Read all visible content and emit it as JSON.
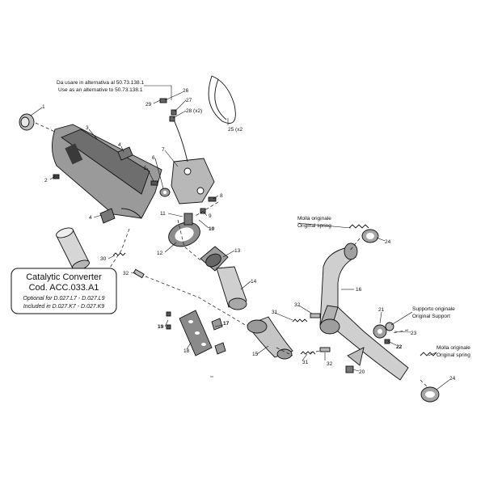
{
  "parts": [
    {
      "id": "p1",
      "label": "1",
      "bold": false
    },
    {
      "id": "p2",
      "label": "2",
      "bold": false
    },
    {
      "id": "p3",
      "label": "3",
      "bold": false
    },
    {
      "id": "p4a",
      "label": "4",
      "bold": false
    },
    {
      "id": "p4b",
      "label": "4",
      "bold": false
    },
    {
      "id": "p5",
      "label": "5",
      "bold": false
    },
    {
      "id": "p6",
      "label": "6",
      "bold": false
    },
    {
      "id": "p7",
      "label": "7",
      "bold": false
    },
    {
      "id": "p8",
      "label": "8",
      "bold": false
    },
    {
      "id": "p9",
      "label": "9",
      "bold": false
    },
    {
      "id": "p10",
      "label": "10",
      "bold": true
    },
    {
      "id": "p11",
      "label": "11",
      "bold": false
    },
    {
      "id": "p12",
      "label": "12",
      "bold": false
    },
    {
      "id": "p13",
      "label": "13",
      "bold": false
    },
    {
      "id": "p14",
      "label": "14",
      "bold": false
    },
    {
      "id": "p15",
      "label": "15",
      "bold": false
    },
    {
      "id": "p16",
      "label": "16",
      "bold": false
    },
    {
      "id": "p17",
      "label": "17",
      "bold": true
    },
    {
      "id": "p18",
      "label": "18",
      "bold": false
    },
    {
      "id": "p19",
      "label": "19",
      "bold": true
    },
    {
      "id": "p20",
      "label": "20",
      "bold": false
    },
    {
      "id": "p21",
      "label": "21",
      "bold": false
    },
    {
      "id": "p22",
      "label": "22",
      "bold": true
    },
    {
      "id": "p23",
      "label": "23",
      "bold": false
    },
    {
      "id": "p24a",
      "label": "24",
      "bold": false
    },
    {
      "id": "p24b",
      "label": "24",
      "bold": false
    },
    {
      "id": "p25",
      "label": "25 (x2",
      "bold": false
    },
    {
      "id": "p26",
      "label": "26",
      "bold": false
    },
    {
      "id": "p27",
      "label": "27",
      "bold": false
    },
    {
      "id": "p28",
      "label": "28 (x2)",
      "bold": false
    },
    {
      "id": "p29",
      "label": "29",
      "bold": false
    },
    {
      "id": "p30",
      "label": "30",
      "bold": false
    },
    {
      "id": "p31a",
      "label": "31",
      "bold": false
    },
    {
      "id": "p31b",
      "label": "31",
      "bold": false
    },
    {
      "id": "p32a",
      "label": "32",
      "bold": false
    },
    {
      "id": "p32b",
      "label": "32",
      "bold": false
    },
    {
      "id": "p32c",
      "label": "32",
      "bold": false
    }
  ],
  "notes": {
    "alt_it": "Da usare in alternativa al 50.73.138.1",
    "alt_en": "Use as an alternative to 50.73.138.1",
    "spring_top_it": "Molla originale",
    "spring_top_en": "Original spring",
    "support_it": "Supporto originale",
    "support_en": "Original Support",
    "spring_bottom_it": "Molla originale",
    "spring_bottom_en": "Original spring"
  },
  "catalytic": {
    "title": "Catalytic Converter",
    "code": "Cod. ACC.033.A1",
    "optional": "Optional for D.027.L7 - D.027.L9",
    "included": "Included in D.027.K7 - D.027.K9"
  }
}
